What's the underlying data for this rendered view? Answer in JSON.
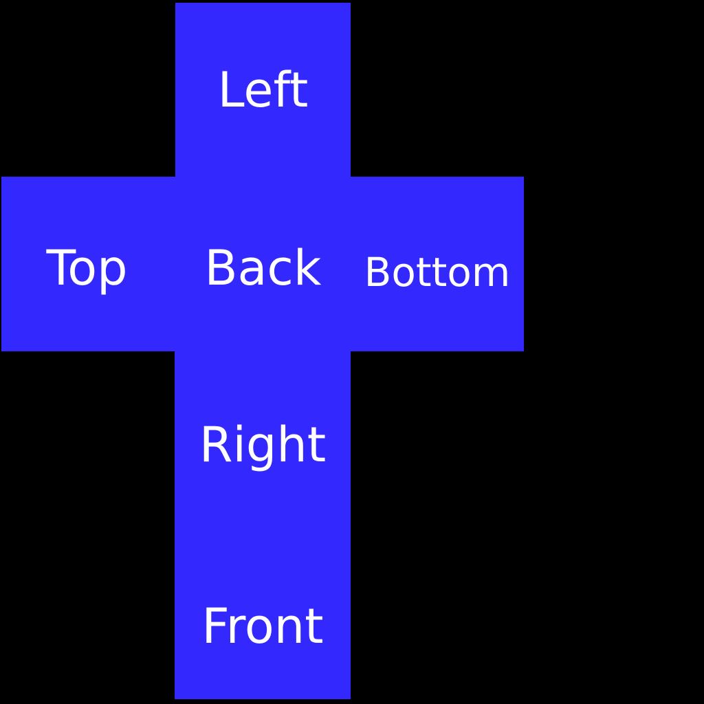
{
  "colors": {
    "background": "#000000",
    "face_fill": "#3328fd",
    "label_text": "#ffffff"
  },
  "faces": {
    "left": "Left",
    "top": "Top",
    "back": "Back",
    "bottom": "Bottom",
    "right": "Right",
    "front": "Front"
  }
}
